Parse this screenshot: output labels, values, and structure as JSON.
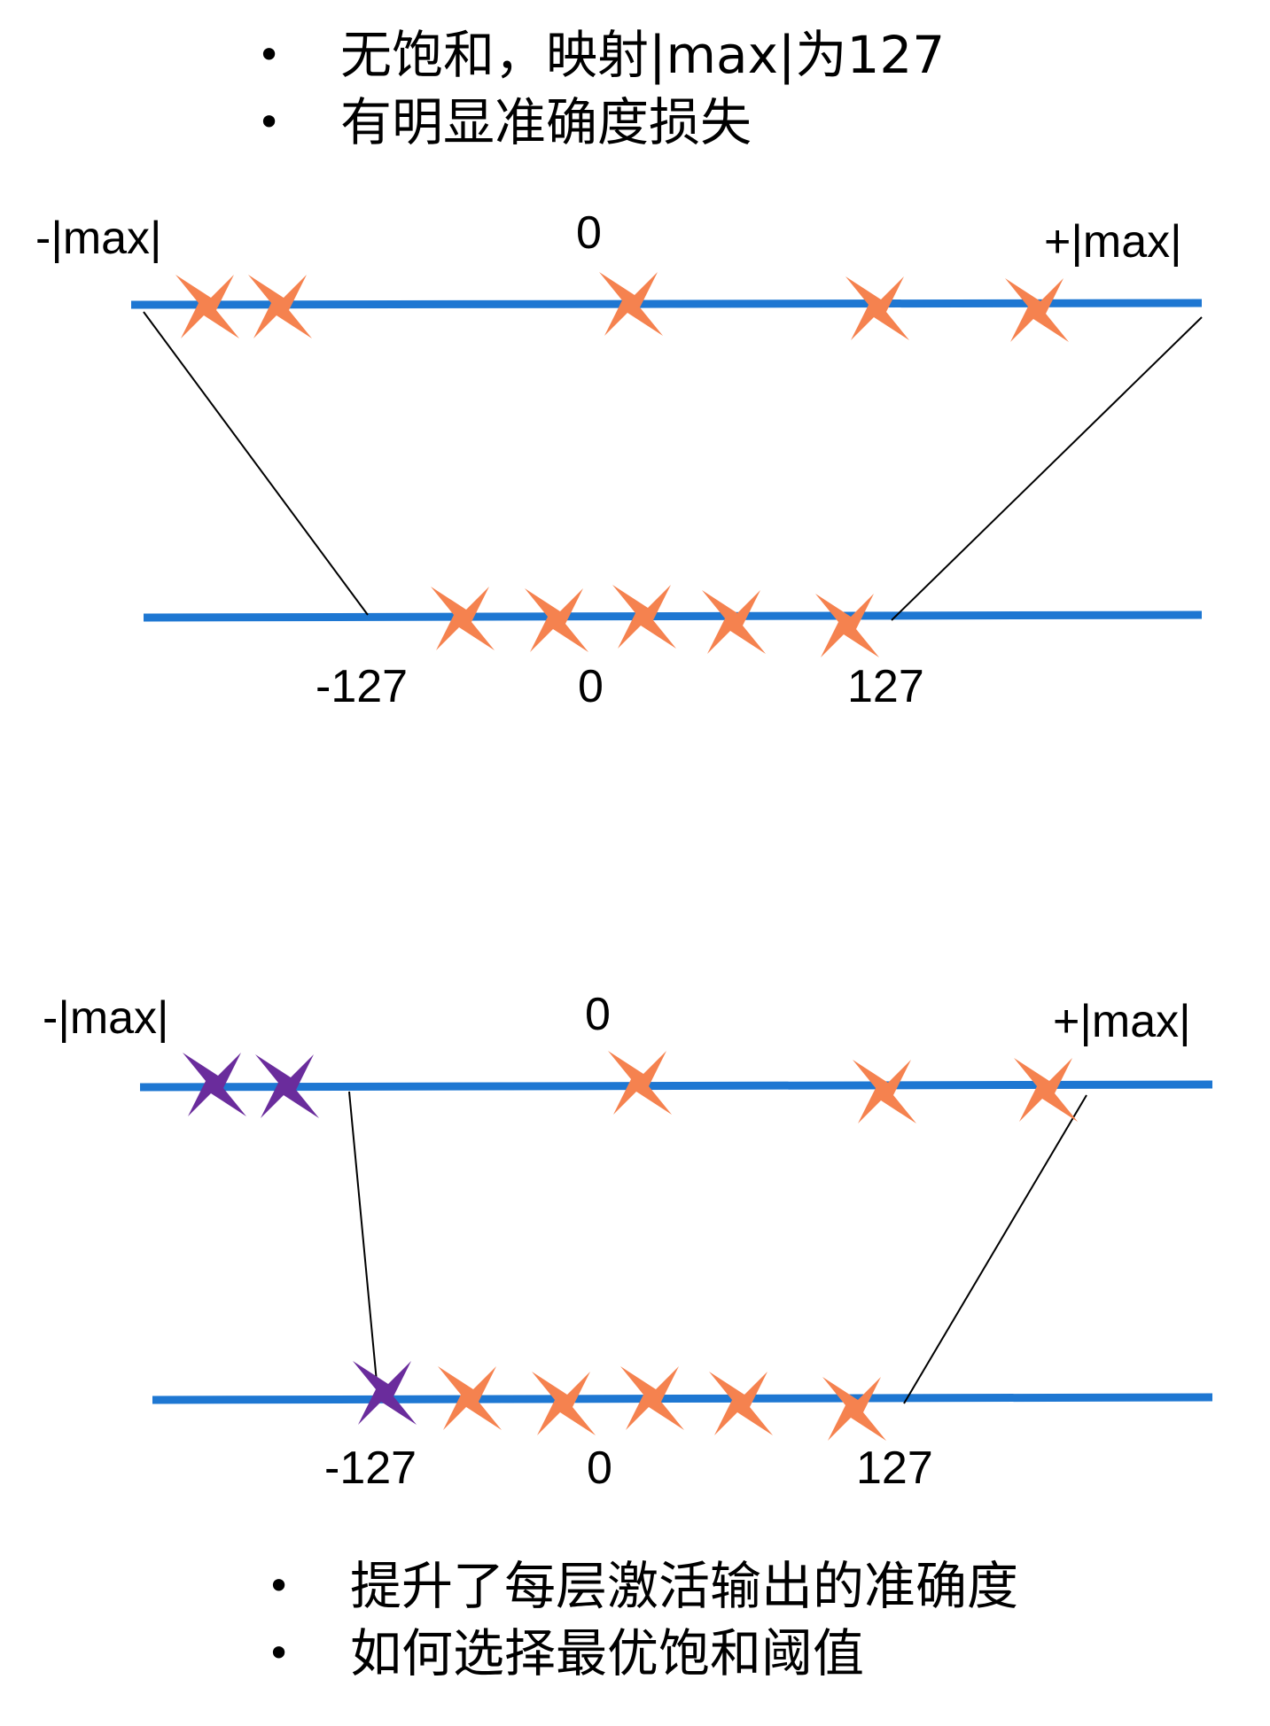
{
  "top_bullets": [
    "无饱和，映射|max|为127",
    "有明显准确度损失"
  ],
  "bottom_bullets": [
    "提升了每层激活输出的准确度",
    "如何选择最优饱和阈值"
  ],
  "bullet_symbol": "•",
  "colors": {
    "axis": "#1E77D2",
    "marker_in_range": "#F5824F",
    "marker_saturated": "#6A2C9C",
    "mapping_line": "#000000"
  },
  "panels": [
    {
      "name": "no-saturation",
      "fp_axis": {
        "min_label": "-|max|",
        "zero_label": "0",
        "max_label": "+|max|"
      },
      "int8_axis": {
        "min_label": "-127",
        "zero_label": "0",
        "max_label": "127"
      },
      "fp_marker_colors": [
        "orange",
        "orange",
        "orange",
        "orange",
        "orange"
      ],
      "int8_marker_colors": [
        "orange",
        "orange",
        "orange",
        "orange",
        "orange"
      ]
    },
    {
      "name": "saturation",
      "fp_axis": {
        "min_label": "-|max|",
        "zero_label": "0",
        "max_label": "+|max|"
      },
      "int8_axis": {
        "min_label": "-127",
        "zero_label": "0",
        "max_label": "127"
      },
      "fp_marker_colors": [
        "purple",
        "purple",
        "orange",
        "orange",
        "orange"
      ],
      "int8_marker_colors": [
        "purple",
        "orange",
        "orange",
        "orange",
        "orange",
        "orange"
      ]
    }
  ]
}
